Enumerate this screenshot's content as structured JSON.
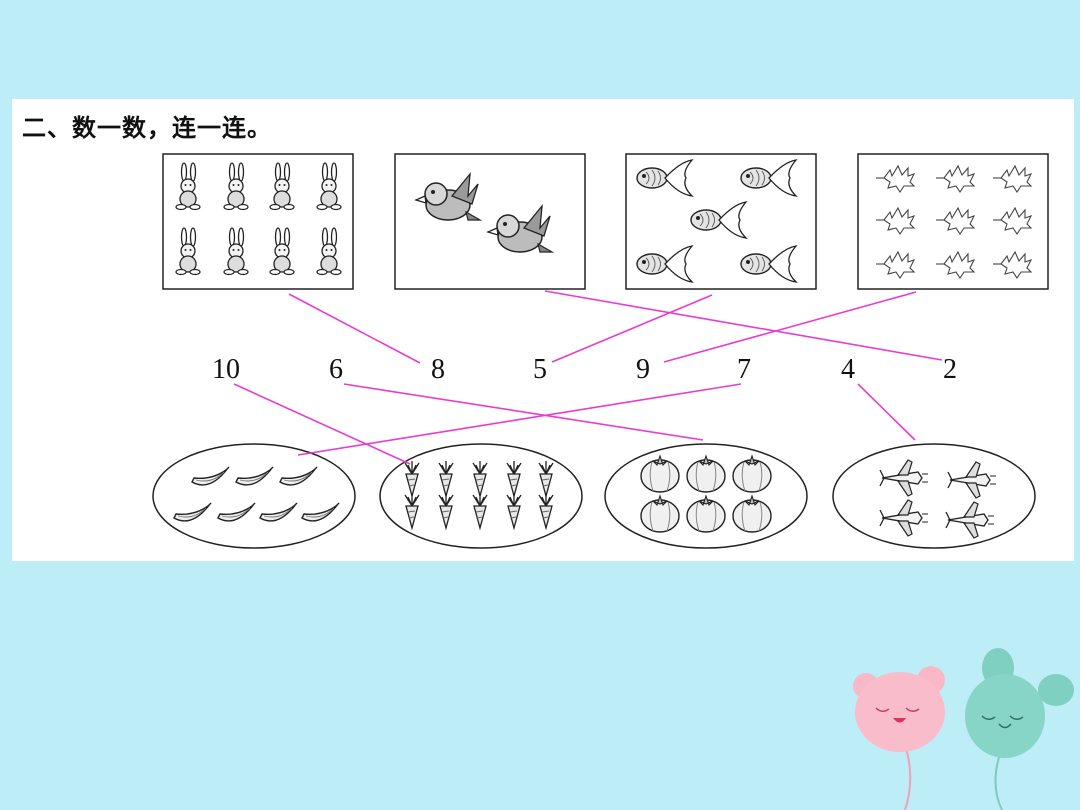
{
  "title": "二、数一数，连一连。",
  "numbers": [
    "10",
    "6",
    "8",
    "5",
    "9",
    "7",
    "4",
    "2"
  ],
  "colors": {
    "background": "#bdeef7",
    "line": "#e83ccf",
    "sheet": "#ffffff"
  },
  "boxes": [
    {
      "name": "rabbits",
      "count": 8
    },
    {
      "name": "birds",
      "count": 2
    },
    {
      "name": "fish",
      "count": 5
    },
    {
      "name": "leaves",
      "count": 9
    }
  ],
  "ovals": [
    {
      "name": "bananas",
      "count": 7
    },
    {
      "name": "carrots",
      "count": 10
    },
    {
      "name": "tomatoes",
      "count": 6
    },
    {
      "name": "airplanes",
      "count": 4
    }
  ],
  "matches": [
    {
      "from": "rabbits",
      "to": "8"
    },
    {
      "from": "birds",
      "to": "2"
    },
    {
      "from": "fish",
      "to": "5"
    },
    {
      "from": "leaves",
      "to": "9"
    },
    {
      "from": "bananas",
      "to": "7"
    },
    {
      "from": "carrots",
      "to": "10"
    },
    {
      "from": "tomatoes",
      "to": "6"
    },
    {
      "from": "airplanes",
      "to": "4"
    }
  ]
}
